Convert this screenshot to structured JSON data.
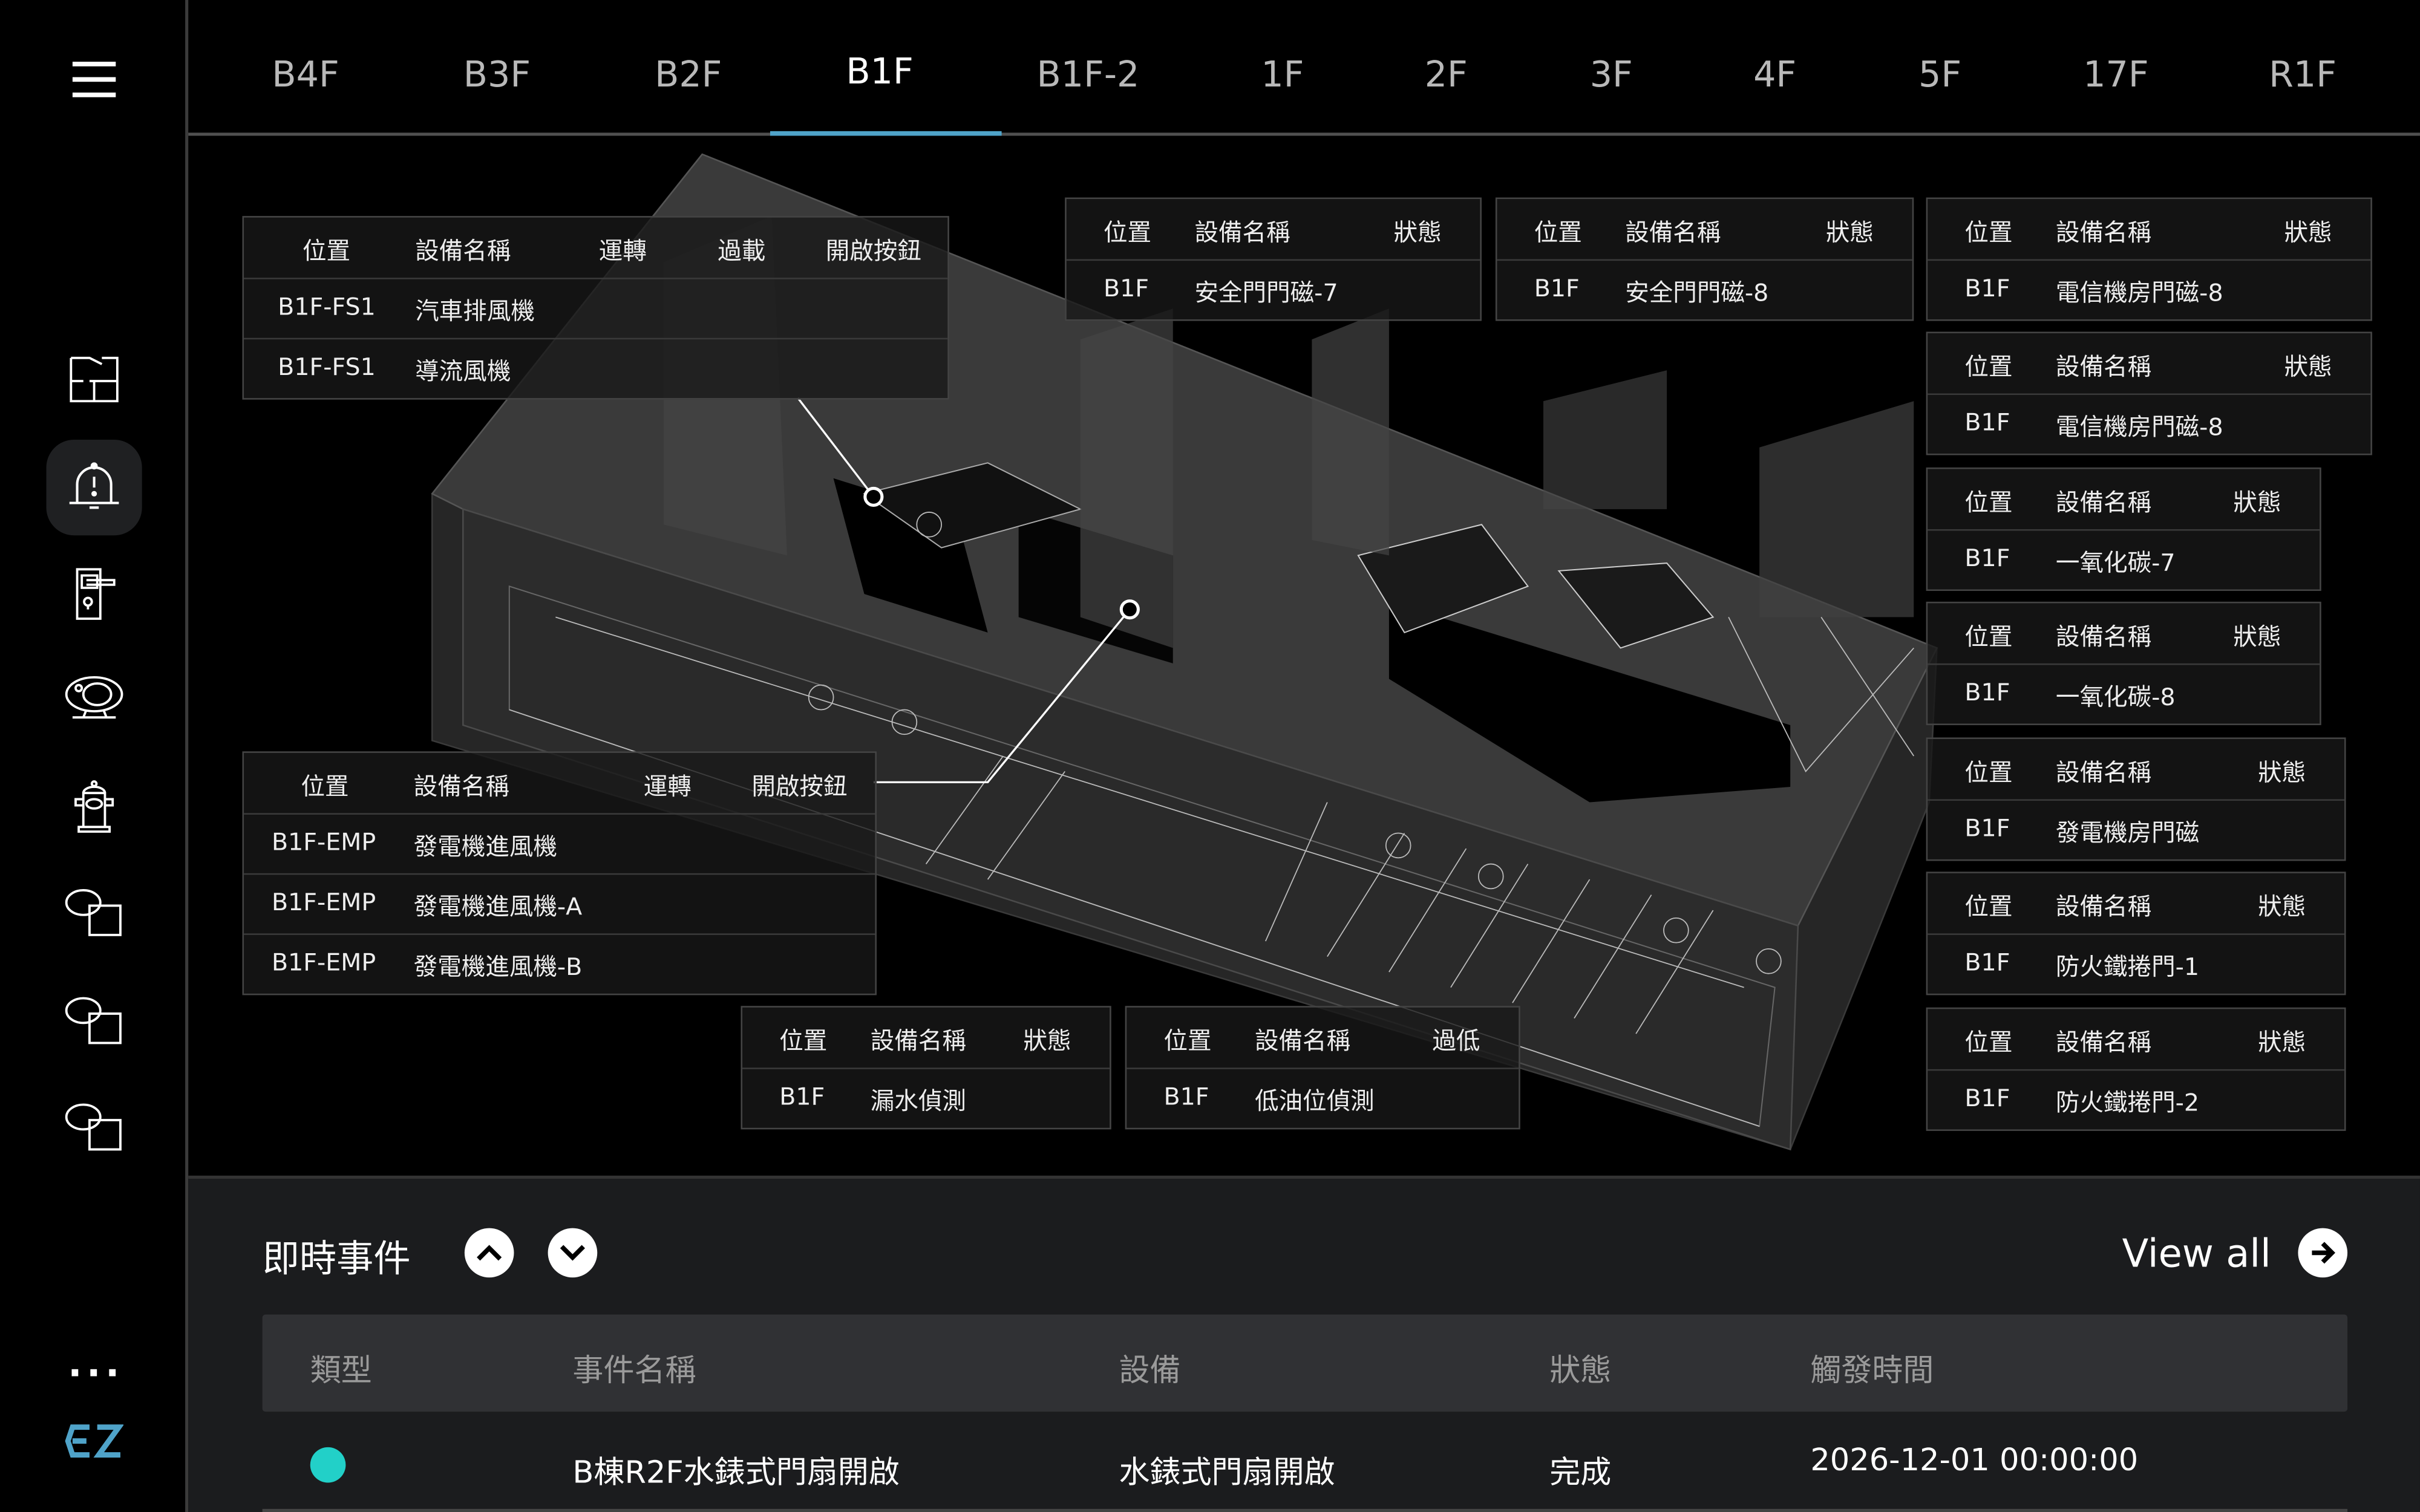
{
  "tabs": [
    "B4F",
    "B3F",
    "B2F",
    "B1F",
    "B1F-2",
    "1F",
    "2F",
    "3F",
    "4F",
    "5F",
    "17F",
    "R1F"
  ],
  "active_tab": "B1F",
  "sidebar": {
    "items": [
      "floor-plan",
      "alarm",
      "door-access",
      "cctv",
      "fire-hydrant",
      "device-group-1",
      "device-group-2",
      "device-group-3"
    ],
    "active": "alarm",
    "more_label": "...",
    "logo_text": "EZ"
  },
  "panels": [
    {
      "headers": [
        "位置",
        "設備名稱",
        "運轉",
        "過載",
        "開啟按鈕"
      ],
      "rows": [
        [
          "B1F-FS1",
          "汽車排風機"
        ],
        [
          "B1F-FS1",
          "導流風機"
        ]
      ]
    },
    {
      "headers": [
        "位置",
        "設備名稱",
        "狀態"
      ],
      "rows": [
        [
          "B1F",
          "安全門門磁-7"
        ]
      ]
    },
    {
      "headers": [
        "位置",
        "設備名稱",
        "狀態"
      ],
      "rows": [
        [
          "B1F",
          "安全門門磁-8"
        ]
      ]
    },
    {
      "headers": [
        "位置",
        "設備名稱",
        "狀態"
      ],
      "rows": [
        [
          "B1F",
          "電信機房門磁-8"
        ]
      ]
    },
    {
      "headers": [
        "位置",
        "設備名稱",
        "狀態"
      ],
      "rows": [
        [
          "B1F",
          "電信機房門磁-8"
        ]
      ]
    },
    {
      "headers": [
        "位置",
        "設備名稱",
        "狀態"
      ],
      "rows": [
        [
          "B1F",
          "一氧化碳-7"
        ]
      ]
    },
    {
      "headers": [
        "位置",
        "設備名稱",
        "狀態"
      ],
      "rows": [
        [
          "B1F",
          "一氧化碳-8"
        ]
      ]
    },
    {
      "headers": [
        "位置",
        "設備名稱",
        "狀態"
      ],
      "rows": [
        [
          "B1F",
          "發電機房門磁"
        ]
      ]
    },
    {
      "headers": [
        "位置",
        "設備名稱",
        "狀態"
      ],
      "rows": [
        [
          "B1F",
          "防火鐵捲門-1"
        ]
      ]
    },
    {
      "headers": [
        "位置",
        "設備名稱",
        "狀態"
      ],
      "rows": [
        [
          "B1F",
          "防火鐵捲門-2"
        ]
      ]
    },
    {
      "headers": [
        "位置",
        "設備名稱",
        "運轉",
        "開啟按鈕"
      ],
      "rows": [
        [
          "B1F-EMP",
          "發電機進風機"
        ],
        [
          "B1F-EMP",
          "發電機進風機-A"
        ],
        [
          "B1F-EMP",
          "發電機進風機-B"
        ]
      ]
    },
    {
      "headers": [
        "位置",
        "設備名稱",
        "狀態"
      ],
      "rows": [
        [
          "B1F",
          "漏水偵測"
        ]
      ]
    },
    {
      "headers": [
        "位置",
        "設備名稱",
        "過低"
      ],
      "rows": [
        [
          "B1F",
          "低油位偵測"
        ]
      ]
    }
  ],
  "events": {
    "title": "即時事件",
    "view_all": "View all",
    "headers": [
      "類型",
      "事件名稱",
      "設備",
      "狀態",
      "觸發時間"
    ],
    "rows": [
      {
        "type_color": "#22d0c8",
        "name": "B棟R2F水錶式門扇開啟",
        "device": "水錶式門扇開啟",
        "status": "完成",
        "time": "2026-12-01 00:00:00"
      }
    ]
  },
  "colors": {
    "accent": "#4fa3c9",
    "teal": "#22d0c8",
    "panel_bg": "#1b1c1e"
  }
}
